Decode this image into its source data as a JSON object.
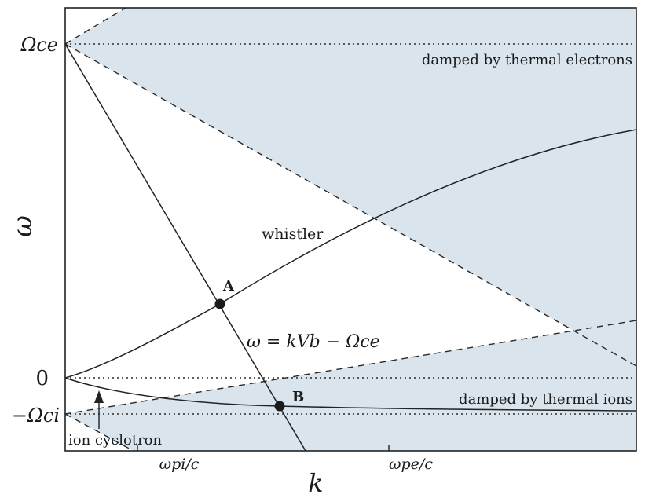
{
  "axes": {
    "y_symbol": "ω",
    "x_symbol": "k",
    "y_ticks": {
      "omega_ce": "Ωce",
      "zero": "0",
      "minus_omega_ci": "−Ωci"
    },
    "x_ticks": {
      "omega_pi_c": "ωpi/c",
      "omega_pe_c": "ωpe/c"
    }
  },
  "regions": {
    "upper": "damped by thermal electrons",
    "lower": "damped by thermal ions"
  },
  "curves": {
    "whistler": "whistler",
    "beam_line": "ω = kVb − Ωce",
    "ion_cyclotron": "ion cyclotron"
  },
  "points": {
    "a": "A",
    "b": "B"
  },
  "colors": {
    "shade": "#d9e4ec",
    "line": "#222222"
  }
}
